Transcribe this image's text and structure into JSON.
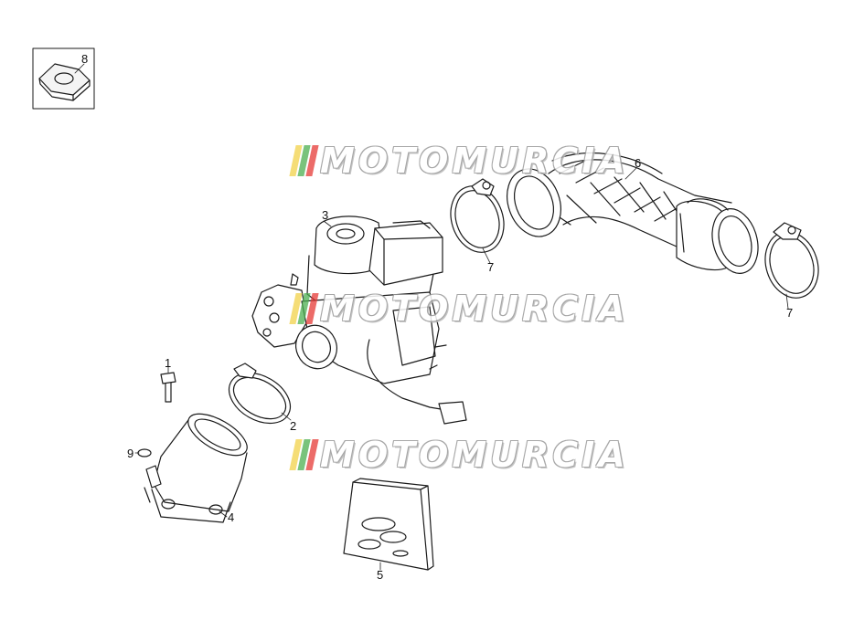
{
  "diagram": {
    "part_labels": {
      "bolt": "1",
      "hose_clamp_lower": "2",
      "carburetor": "3",
      "intake_manifold": "4",
      "gasket_kit": "5",
      "air_intake_duct": "6",
      "hose_clamp_upper_left": "7",
      "hose_clamp_upper_right": "7",
      "bracket_inset": "8",
      "small_clip": "9"
    },
    "watermark": "MOTOMURCIA",
    "watermark_colors": [
      "#f2d24a",
      "#4caf50",
      "#e53935"
    ]
  }
}
